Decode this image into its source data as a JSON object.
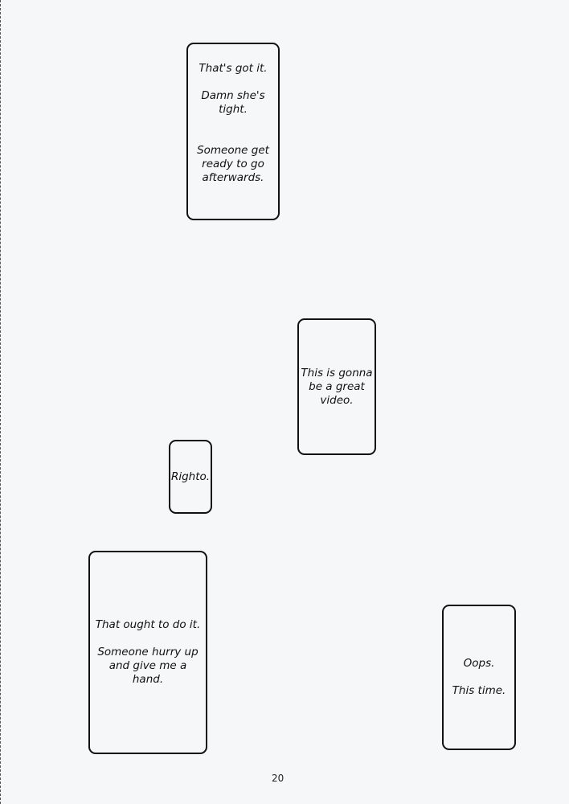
{
  "bubbles": [
    {
      "lines": [
        "That's got it.",
        "Damn she's tight.",
        "Someone get ready to go afterwards."
      ]
    },
    {
      "lines": [
        "This is gonna be a great video."
      ]
    },
    {
      "lines": [
        "Righto."
      ]
    },
    {
      "lines": [
        "That ought to do it.",
        "Someone hurry up and give me a hand."
      ]
    },
    {
      "lines": [
        "Oops.",
        "This time."
      ]
    }
  ],
  "page_number": "20"
}
